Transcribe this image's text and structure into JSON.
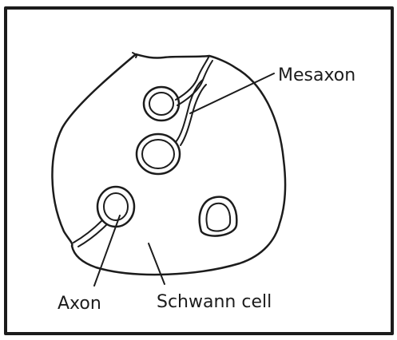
{
  "figure": {
    "labels": {
      "mesaxon": "Mesaxon",
      "axon": "Axon",
      "schwann_cell": "Schwann cell"
    }
  }
}
